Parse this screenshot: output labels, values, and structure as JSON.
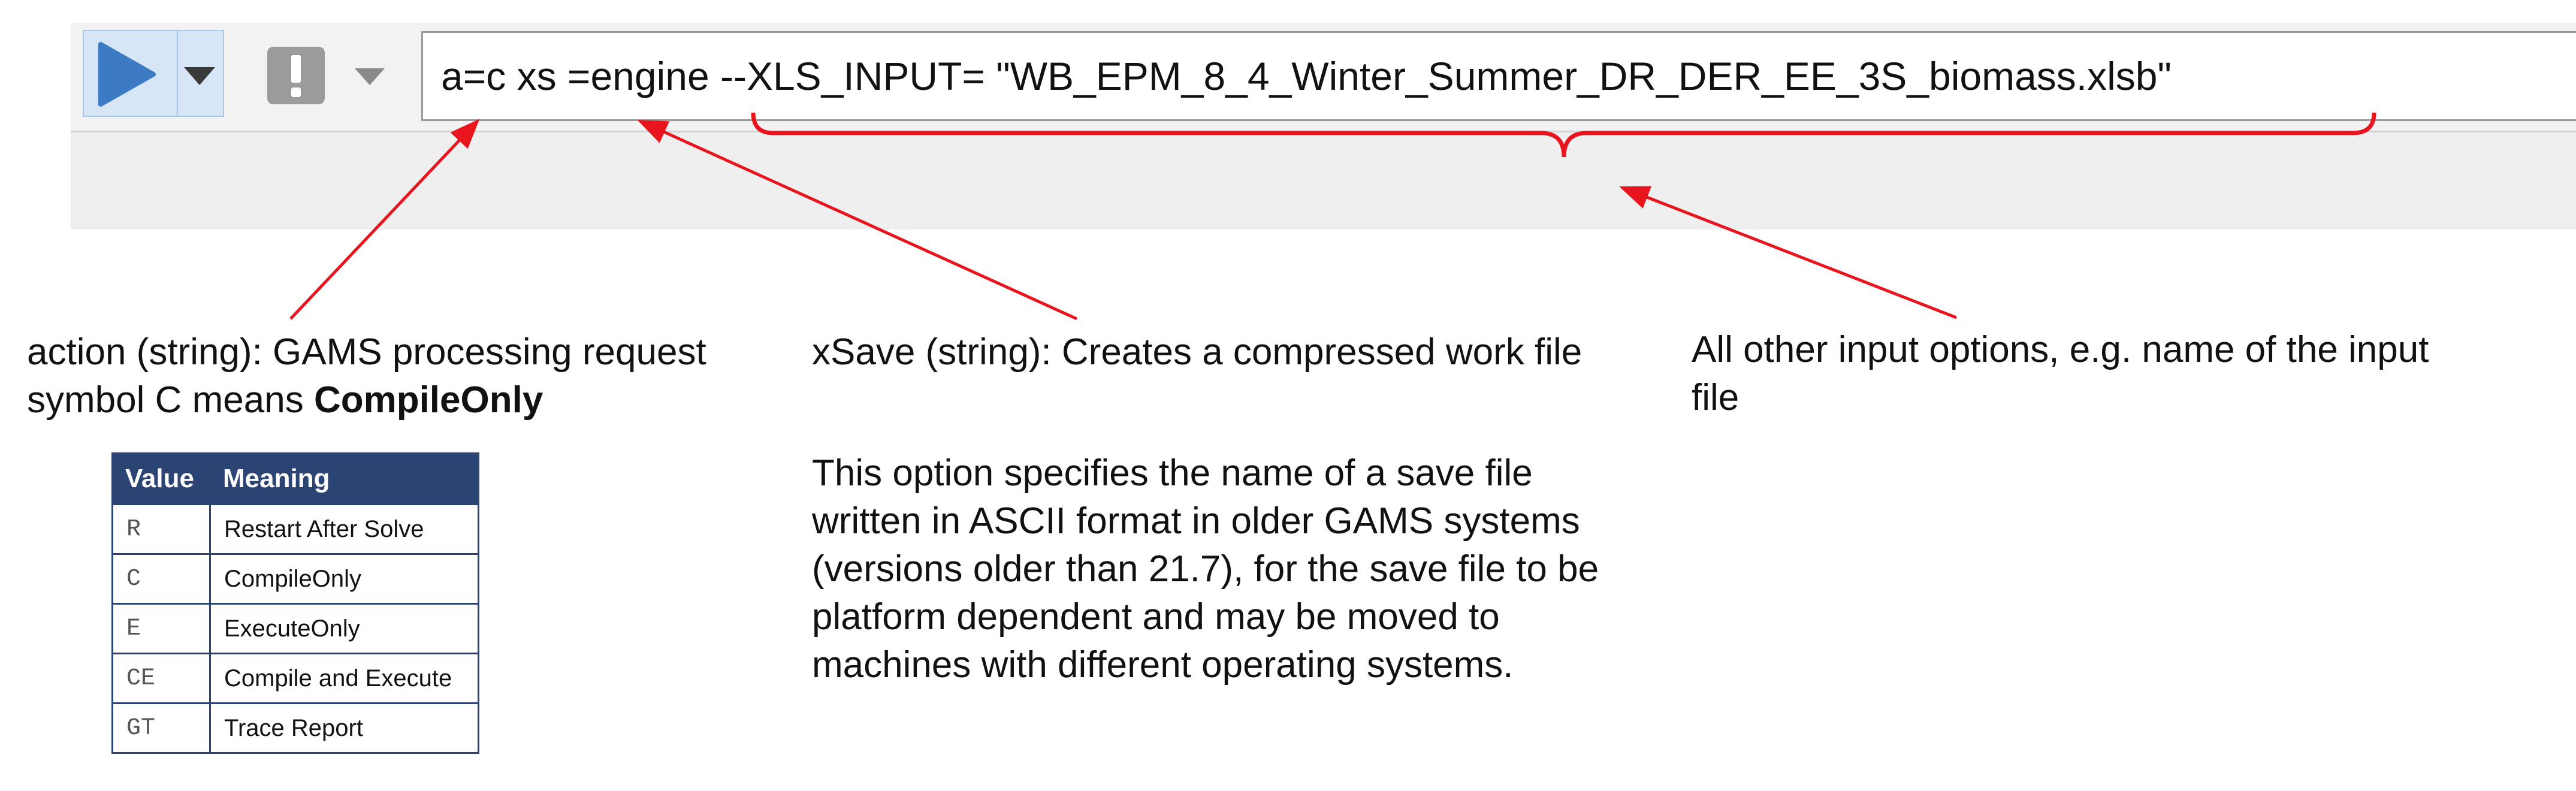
{
  "toolbar": {
    "run_button_icon": "play-icon",
    "run_dropdown_icon": "chevron-down-icon",
    "warning_button_icon": "exclamation-icon",
    "warning_dropdown_icon": "chevron-down-icon",
    "command_value": "a=c xs =engine --XLS_INPUT= \"WB_EPM_8_4_Winter_Summer_DR_DER_EE_3S_biomass.xlsb\""
  },
  "annotations": {
    "action": {
      "line1": "action (string): GAMS processing request",
      "line2_prefix": "symbol C means ",
      "line2_bold": "CompileOnly"
    },
    "xsave": {
      "title": "xSave (string): Creates a compressed work file",
      "body": "This option specifies the name of a save file written in ASCII format in older GAMS systems (versions older than 21.7), for the save file to be platform dependent and may be moved to machines with different operating systems."
    },
    "other": {
      "text": "All other input options, e.g. name of the input file"
    }
  },
  "table": {
    "headers": [
      "Value",
      "Meaning"
    ],
    "rows": [
      [
        "R",
        "Restart After Solve"
      ],
      [
        "C",
        "CompileOnly"
      ],
      [
        "E",
        "ExecuteOnly"
      ],
      [
        "CE",
        "Compile and Execute"
      ],
      [
        "GT",
        "Trace Report"
      ]
    ]
  },
  "colors": {
    "annotation_red": "#e8141e",
    "table_header_bg": "#2c4474",
    "run_button_bg": "#d6e6f6",
    "play_icon": "#3d7ac4"
  }
}
